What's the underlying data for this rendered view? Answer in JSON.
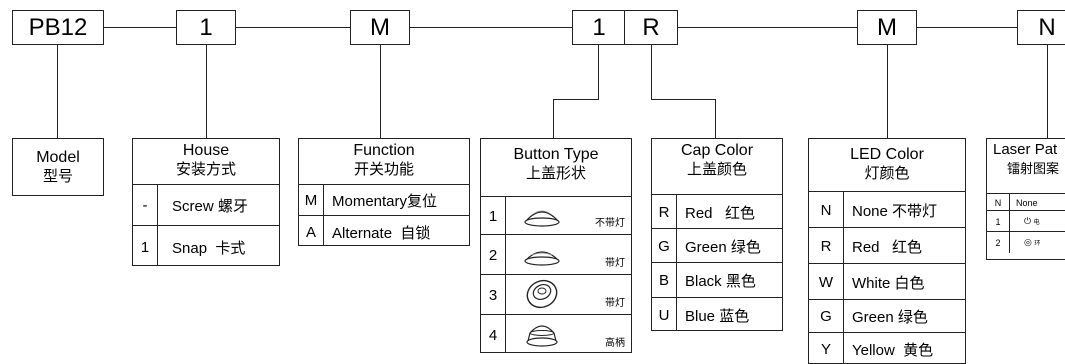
{
  "codes": {
    "model": "PB12",
    "house": "1",
    "function": "M",
    "button": "1",
    "cap": "R",
    "led": "M",
    "laser": "N"
  },
  "model": {
    "title": "Model",
    "title_cn": "型号"
  },
  "house": {
    "title": "House",
    "title_cn": "安装方式",
    "rows": [
      {
        "key": "-",
        "label": "Screw",
        "label_cn": "螺牙"
      },
      {
        "key": "1",
        "label": "Snap",
        "label_cn": "卡式"
      }
    ]
  },
  "function": {
    "title": "Function",
    "title_cn": "开关功能",
    "rows": [
      {
        "key": "M",
        "label": "Momentary",
        "label_cn": "复位"
      },
      {
        "key": "A",
        "label": "Alternate",
        "label_cn": "自锁"
      }
    ]
  },
  "button": {
    "title": "Button Type",
    "title_cn": "上盖形状",
    "rows": [
      {
        "key": "1",
        "note": "不带灯"
      },
      {
        "key": "2",
        "note": "带灯"
      },
      {
        "key": "3",
        "note": "带灯"
      },
      {
        "key": "4",
        "note": "高柄"
      }
    ]
  },
  "cap": {
    "title": "Cap Color",
    "title_cn": "上盖颜色",
    "rows": [
      {
        "key": "R",
        "label": "Red",
        "label_cn": "红色"
      },
      {
        "key": "G",
        "label": "Green",
        "label_cn": "绿色"
      },
      {
        "key": "B",
        "label": "Black",
        "label_cn": "黑色"
      },
      {
        "key": "U",
        "label": "Blue",
        "label_cn": "蓝色"
      }
    ]
  },
  "led": {
    "title": "LED Color",
    "title_cn": "灯颜色",
    "rows": [
      {
        "key": "N",
        "label": "None",
        "label_cn": "不带灯"
      },
      {
        "key": "R",
        "label": "Red",
        "label_cn": "红色"
      },
      {
        "key": "W",
        "label": "White",
        "label_cn": "白色"
      },
      {
        "key": "G",
        "label": "Green",
        "label_cn": "绿色"
      },
      {
        "key": "Y",
        "label": "Yellow",
        "label_cn": "黄色"
      }
    ]
  },
  "laser": {
    "title": "Laser Pat",
    "title_cn": "镭射图案",
    "rows": [
      {
        "key": "N",
        "label": "None"
      },
      {
        "key": "1",
        "label": "电"
      },
      {
        "key": "2",
        "label": "环"
      }
    ]
  }
}
